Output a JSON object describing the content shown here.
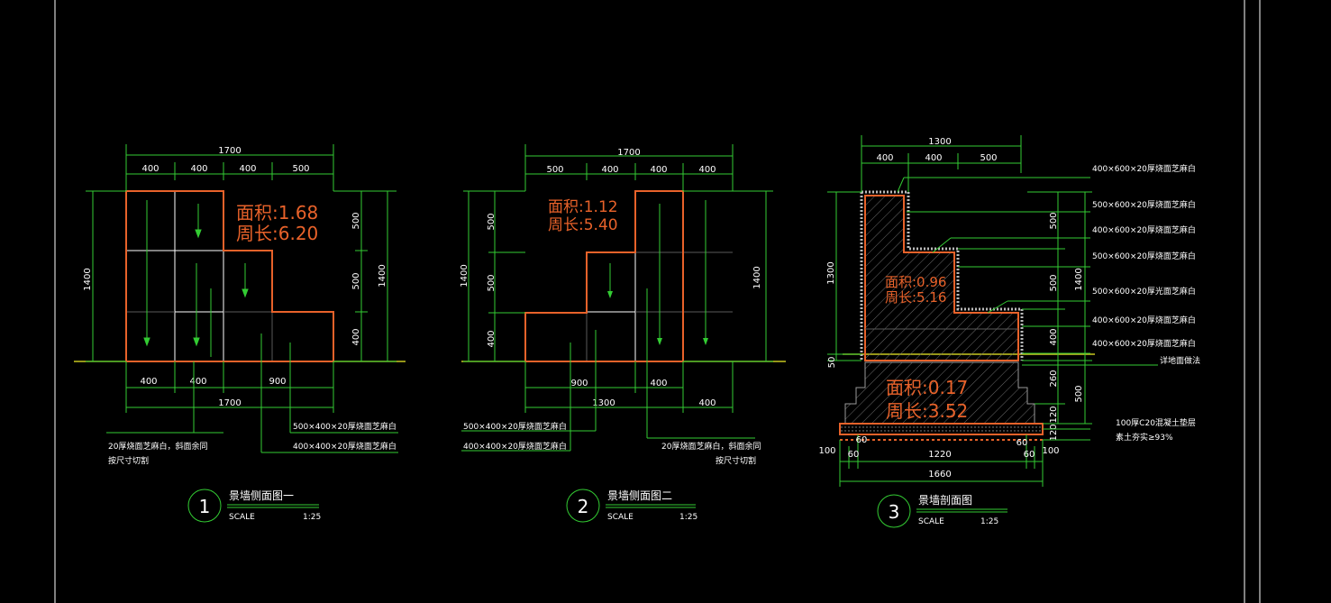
{
  "drawing_1": {
    "dims_top": [
      "1700",
      "400",
      "400",
      "400",
      "500"
    ],
    "dims_left": "1400",
    "dims_right": [
      "500",
      "500",
      "400",
      "1400"
    ],
    "dims_bottom": [
      "400",
      "400",
      "900",
      "1700"
    ],
    "area": "面积:1.68",
    "perimeter": "周长:6.20",
    "note_1": "500×400×20厚烧面芝麻白",
    "note_2": "400×400×20厚烧面芝麻白",
    "note_3_line1": "20厚烧面芝麻白，斜面余同",
    "note_3_line2": "按尺寸切割",
    "number": "1",
    "title": "景墙侧面图一",
    "scale_label": "SCALE",
    "scale_value": "1:25"
  },
  "drawing_2": {
    "dims_top": [
      "1700",
      "500",
      "400",
      "400",
      "400"
    ],
    "dims_left": [
      "500",
      "500",
      "400",
      "1400"
    ],
    "dims_right": "1400",
    "dims_bottom": [
      "900",
      "400",
      "1300",
      "400"
    ],
    "area": "面积:1.12",
    "perimeter": "周长:5.40",
    "note_1": "500×400×20厚烧面芝麻白",
    "note_2": "400×400×20厚烧面芝麻白",
    "note_3_line1": "20厚烧面芝麻白，斜面余同",
    "note_3_line2": "按尺寸切割",
    "number": "2",
    "title": "景墙侧面图二",
    "scale_label": "SCALE",
    "scale_value": "1:25"
  },
  "drawing_3": {
    "dims_top": [
      "1300",
      "400",
      "400",
      "500"
    ],
    "dims_left": [
      "1300",
      "50"
    ],
    "dims_right": [
      "500",
      "500",
      "400",
      "1400",
      "260",
      "120",
      "500",
      "120"
    ],
    "dims_bottom": [
      "100",
      "60",
      "1220",
      "60",
      "100",
      "1660"
    ],
    "dims_inner": [
      "60",
      "60"
    ],
    "area_1": "面积:0.96",
    "perimeter_1": "周长:5.16",
    "area_2": "面积:0.17",
    "perimeter_2": "周长:3.52",
    "labels": [
      "400×600×20厚烧面芝麻白",
      "500×600×20厚烧面芝麻白",
      "400×600×20厚烧面芝麻白",
      "500×600×20厚烧面芝麻白",
      "500×600×20厚光面芝麻白",
      "400×600×20厚烧面芝麻白",
      "400×600×20厚烧面芝麻白",
      "详地面做法",
      "100厚C20混凝土垫层",
      "素土夯实≥93%"
    ],
    "number": "3",
    "title": "景墙剖面图",
    "scale_label": "SCALE",
    "scale_value": "1:25"
  }
}
